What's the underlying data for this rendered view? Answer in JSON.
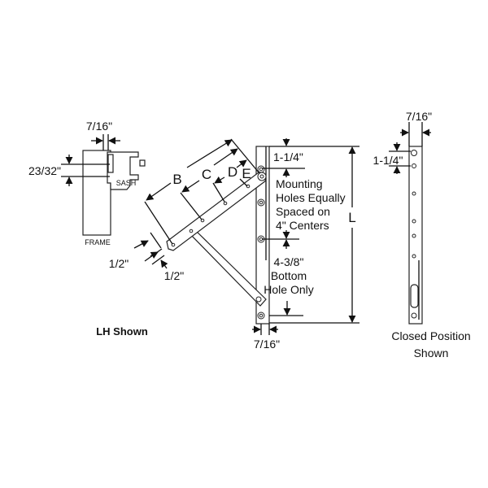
{
  "detail": {
    "sash_gap": "7/16\"",
    "offset": "23/32\"",
    "sash_label": "SASH",
    "frame_label": "FRAME"
  },
  "operator": {
    "dim_b": "B",
    "dim_c": "C",
    "dim_d": "D",
    "dim_e": "E",
    "half_inch_1": "1/2\"",
    "half_inch_2": "1/2\"",
    "top_hole": "1-1/4\"",
    "mounting_note": [
      "Mounting",
      "Holes Equally",
      "Spaced on",
      "4\" Centers"
    ],
    "bottom_dim": "4-3/8\"",
    "bottom_note": [
      "Bottom",
      "Hole Only"
    ],
    "length": "L",
    "track_width": "7/16\"",
    "caption": "LH Shown"
  },
  "closed": {
    "width": "7/16\"",
    "top_hole": "1-1/4\"",
    "caption": [
      "Closed Position",
      "Shown"
    ]
  }
}
